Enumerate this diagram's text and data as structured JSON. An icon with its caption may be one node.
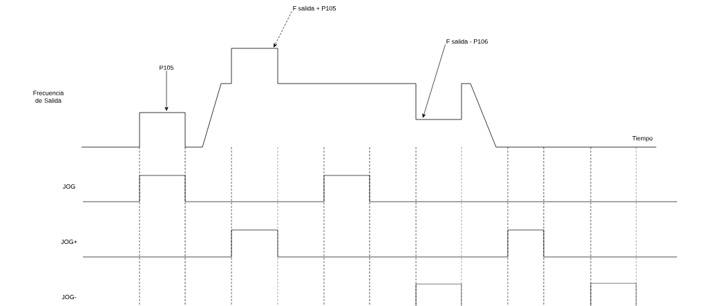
{
  "diagram": {
    "nodes": [
      {
        "text": [
          "P105"
        ]
      },
      {
        "text": [
          "F salida + P105"
        ]
      },
      {
        "text": [
          "F salida - P106"
        ]
      }
    ],
    "edges": [
      {
        "from": 0,
        "to": null,
        "arrow": "to"
      },
      {
        "from": 1,
        "to": null,
        "arrow": "to",
        "style": "dashed"
      },
      {
        "from": 2,
        "to": null,
        "arrow": "to"
      }
    ],
    "labels": [
      "Frecuencia de Salida",
      "Tiempo",
      "JOG",
      "JOG+",
      "JOG-"
    ]
  }
}
